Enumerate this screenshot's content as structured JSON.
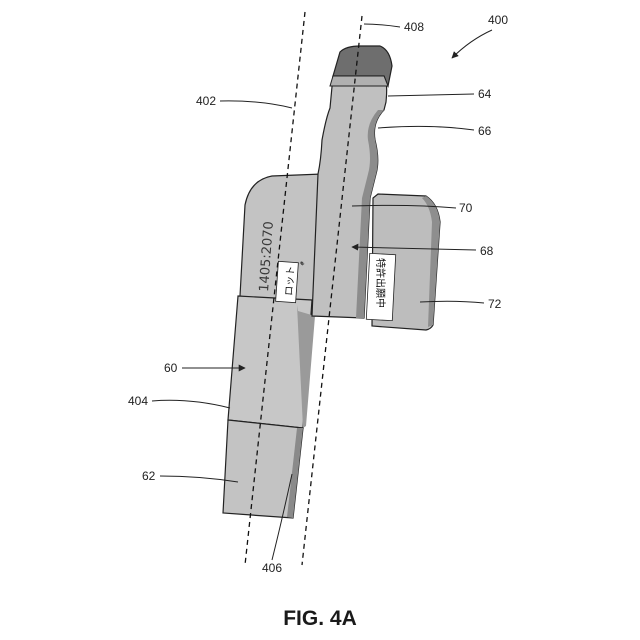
{
  "figure": {
    "caption": "FIG. 4A",
    "engraving": "1405:2070",
    "lot_label": "ロット",
    "lot_mark": "#",
    "patent_label": "特許出願中"
  },
  "references": {
    "r400": "400",
    "r402": "402",
    "r404": "404",
    "r406": "406",
    "r408": "408",
    "r60": "60",
    "r62": "62",
    "r64": "64",
    "r66": "66",
    "r68": "68",
    "r70": "70",
    "r72": "72"
  },
  "colors": {
    "line": "#222222",
    "body_light": "#c6c6c6",
    "body_mid": "#b4b4b4",
    "body_dark": "#8a8a8a",
    "tip_dark": "#6e6e6e"
  }
}
